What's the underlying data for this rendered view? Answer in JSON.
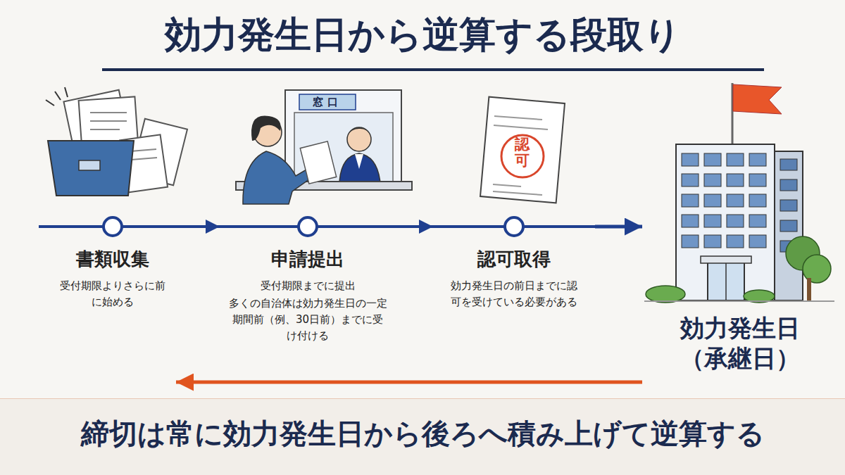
{
  "diagram": {
    "title": "効力発生日から逆算する段取り",
    "caption": "締切は常に効力発生日から後ろへ積み上げて逆算する",
    "nodes": [
      {
        "text": [
          "書類収集",
          "受付期限よりさらに前に始める"
        ]
      },
      {
        "text": [
          "申請提出",
          "受付期限までに提出",
          "多くの自治体は効力発生日の一定期間前（例、30日前）までに受け付ける"
        ]
      },
      {
        "text": [
          "認可取得",
          "効力発生日の前日までに認可を受けている必要がある"
        ]
      },
      {
        "text": [
          "効力発生日（承継日）"
        ]
      }
    ],
    "edges": [
      {
        "from": 0,
        "to": 1,
        "arrow": "to"
      },
      {
        "from": 1,
        "to": 2,
        "arrow": "to"
      },
      {
        "from": 2,
        "to": 3,
        "arrow": "to"
      },
      {
        "from": 3,
        "to": 0,
        "arrow": "to"
      }
    ],
    "labels": [
      "窓口",
      "認可"
    ]
  }
}
